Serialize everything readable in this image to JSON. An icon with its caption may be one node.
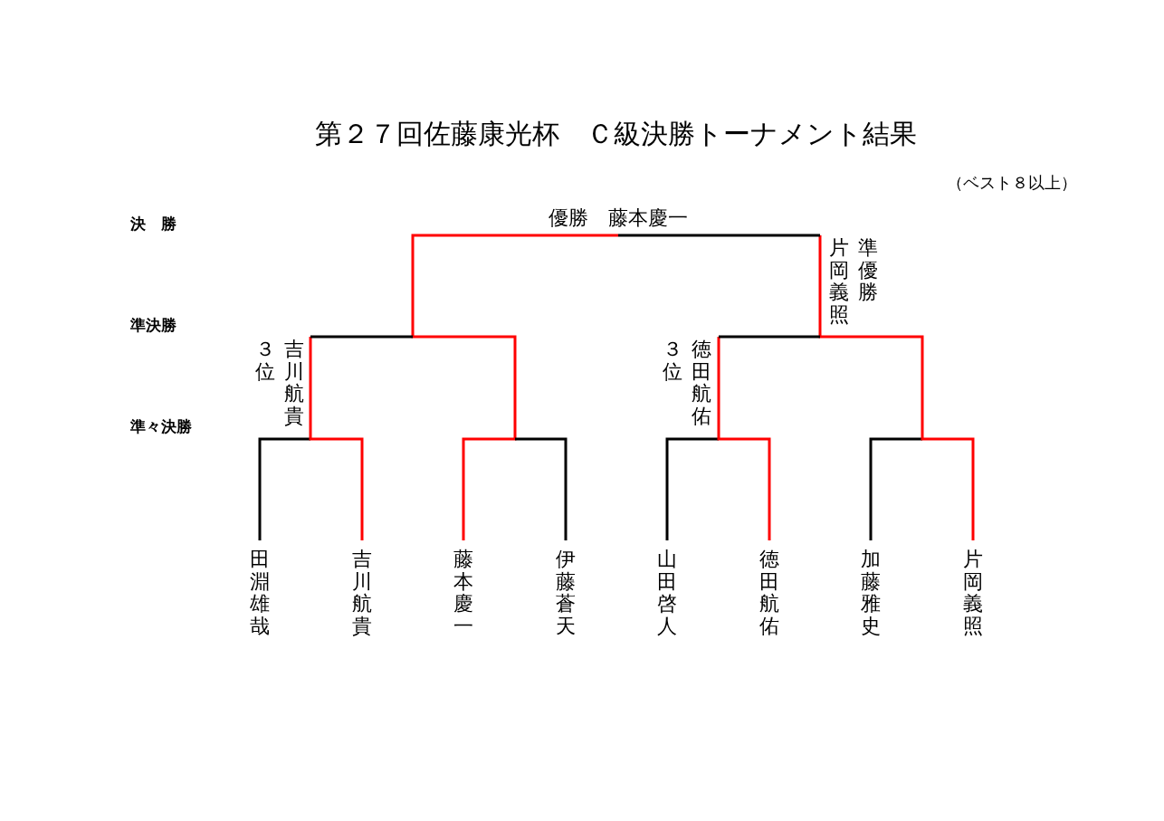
{
  "diagram": {
    "title": "第２７回佐藤康光杯　Ｃ級決勝トーナメント結果",
    "nodes": [
      {
        "text": [
          "田淵雄哉"
        ]
      },
      {
        "text": [
          "吉川航貴"
        ]
      },
      {
        "text": [
          "藤本慶一"
        ]
      },
      {
        "text": [
          "伊藤蒼天"
        ]
      },
      {
        "text": [
          "山田啓人"
        ]
      },
      {
        "text": [
          "徳田航佑"
        ]
      },
      {
        "text": [
          "加藤雅史"
        ]
      },
      {
        "text": [
          "片岡義照"
        ]
      },
      {
        "text": [
          "優勝　藤本慶一"
        ]
      },
      {
        "text": [
          "片岡義照",
          "準優勝"
        ]
      },
      {
        "text": [
          "３位",
          "吉川航貴"
        ]
      },
      {
        "text": [
          "３位",
          "徳田航佑"
        ]
      }
    ],
    "edges": [
      {
        "from": 0,
        "to": 10,
        "arrow": "none",
        "color": "#000000"
      },
      {
        "from": 1,
        "to": 10,
        "arrow": "none",
        "color": "#ff0000"
      },
      {
        "from": 2,
        "to": 8,
        "arrow": "none",
        "color": "#ff0000"
      },
      {
        "from": 3,
        "to": null,
        "arrow": "none",
        "color": "#000000"
      },
      {
        "from": 4,
        "to": 11,
        "arrow": "none",
        "color": "#000000"
      },
      {
        "from": 5,
        "to": 11,
        "arrow": "none",
        "color": "#ff0000"
      },
      {
        "from": 6,
        "to": null,
        "arrow": "none",
        "color": "#000000"
      },
      {
        "from": 7,
        "to": 9,
        "arrow": "none",
        "color": "#ff0000"
      },
      {
        "from": 10,
        "to": null,
        "arrow": "none",
        "color": "#000000"
      },
      {
        "from": 11,
        "to": 9,
        "arrow": "none",
        "color": "#000000"
      },
      {
        "from": 9,
        "to": 8,
        "arrow": "none",
        "color": "#000000"
      }
    ],
    "labels": [
      "（ベスト８以上）",
      "決　勝",
      "準決勝",
      "準々決勝"
    ]
  }
}
